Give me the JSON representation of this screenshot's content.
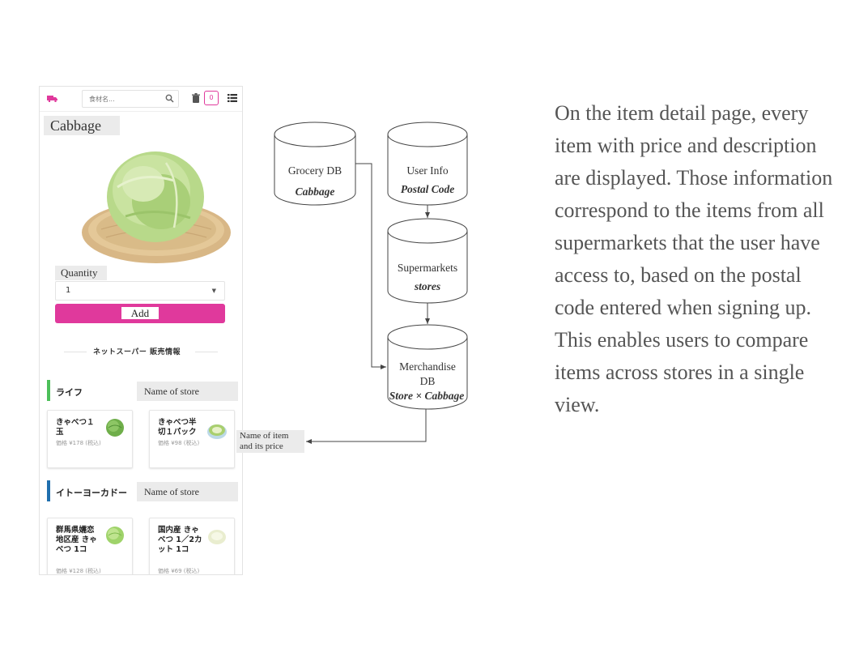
{
  "app": {
    "search": {
      "placeholder": "食材名...",
      "icon": "search-icon"
    },
    "cart_count": "0",
    "item_title": "Cabbage",
    "quantity": {
      "label": "Quantity",
      "value": "1"
    },
    "add_label": "Add",
    "section_heading": "ネットスーパー 販売情報",
    "accent_color": "#e0399c",
    "stores": [
      {
        "name": "ライフ",
        "bar_color": "#4cbf5a",
        "label": "Name of store",
        "items": [
          {
            "title": "きゃべつ１玉",
            "price": "価格 ¥178 (税込)"
          },
          {
            "title": "きゃべつ半切１パック",
            "price": "価格 ¥98 (税込)"
          }
        ]
      },
      {
        "name": "イトーヨーカドー",
        "bar_color": "#1f6fae",
        "label": "Name of store",
        "items": [
          {
            "title": "群馬県嬬恋地区産 きゃべつ 1コ",
            "price": "価格 ¥128 (税込)"
          },
          {
            "title": "国内産 きゃべつ 1／2カット 1コ",
            "price": "価格 ¥69 (税込)"
          }
        ]
      }
    ]
  },
  "diagram": {
    "grocery_db": {
      "title": "Grocery DB",
      "subtitle": "Cabbage"
    },
    "user_info": {
      "title": "User Info",
      "subtitle": "Postal Code"
    },
    "supermarkets": {
      "title": "Supermarkets",
      "subtitle": "stores"
    },
    "merchandise_db": {
      "title_line1": "Merchandise",
      "title_line2": "DB",
      "subtitle": "Store × Cabbage"
    },
    "note_line1": "Name of item",
    "note_line2": "and its price"
  },
  "description": "On the item detail page, every item with price and description are displayed. Those information correspond to the items from all supermarkets that the user have access to, based on the postal code entered when signing up. This enables users to compare items across stores in a single view."
}
